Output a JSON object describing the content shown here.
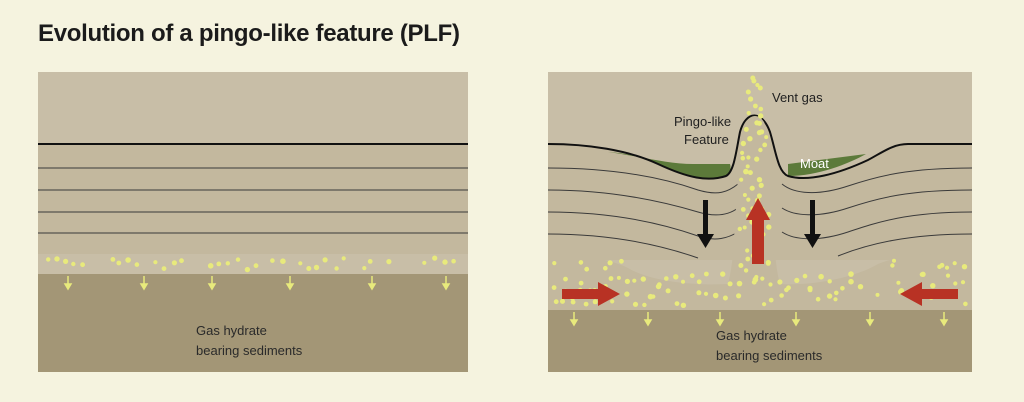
{
  "title": "Evolution of a pingo-like feature (PLF)",
  "left_panel": {
    "label": [
      "Gas hydrate",
      "bearing sediments"
    ]
  },
  "right_panel": {
    "labels": {
      "vent_gas": "Vent gas",
      "pingo": [
        "Pingo-like",
        "Feature"
      ],
      "moat": "Moat",
      "sediments": [
        "Gas hydrate",
        "bearing sediments"
      ]
    }
  },
  "colors": {
    "background": "#f5f3df",
    "water": "#c8bea7",
    "sediment": "#c3b89e",
    "hydrate_zone": "#a39676",
    "gas_bubbles": "#e8ea7c",
    "moat": "#5c7a3a",
    "arrow_red": "#b83224",
    "arrow_black": "#111111"
  },
  "icons": {
    "flow_arrows": "red-arrow-icon",
    "subsidence_arrows": "black-arrow-icon",
    "gas_migration": "yellow-arrow-icon"
  }
}
